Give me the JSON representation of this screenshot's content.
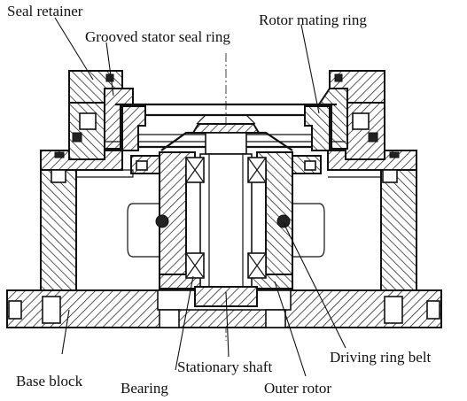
{
  "labels": {
    "seal_retainer": "Seal retainer",
    "rotor_mating_ring": "Rotor mating ring",
    "grooved_stator_seal_ring": "Grooved stator seal ring",
    "driving_ring_belt": "Driving ring belt",
    "stationary_shaft": "Stationary shaft",
    "base_block": "Base block",
    "bearing": "Bearing",
    "outer_rotor": "Outer rotor"
  },
  "colors": {
    "line": "#111111",
    "background": "#ffffff"
  }
}
